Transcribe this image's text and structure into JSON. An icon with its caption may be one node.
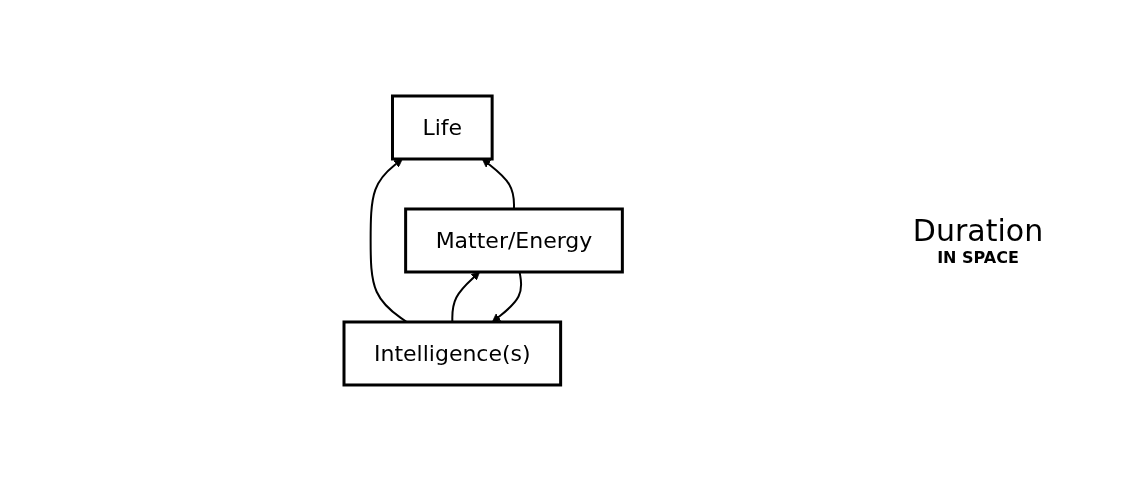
{
  "diagram": {
    "nodes": [
      {
        "text": [
          "Life"
        ]
      },
      {
        "text": [
          "Intelligence(s)"
        ]
      },
      {
        "text": [
          "Matter/Energy"
        ]
      }
    ],
    "edges": [
      {
        "from": 1,
        "to": 0,
        "arrow": "to"
      },
      {
        "from": 2,
        "to": 0,
        "arrow": "to"
      },
      {
        "from": 1,
        "to": 2,
        "arrow": "to"
      },
      {
        "from": 2,
        "to": 1,
        "arrow": "to"
      }
    ],
    "labels": [
      "Duration",
      "IN SPACE"
    ]
  }
}
